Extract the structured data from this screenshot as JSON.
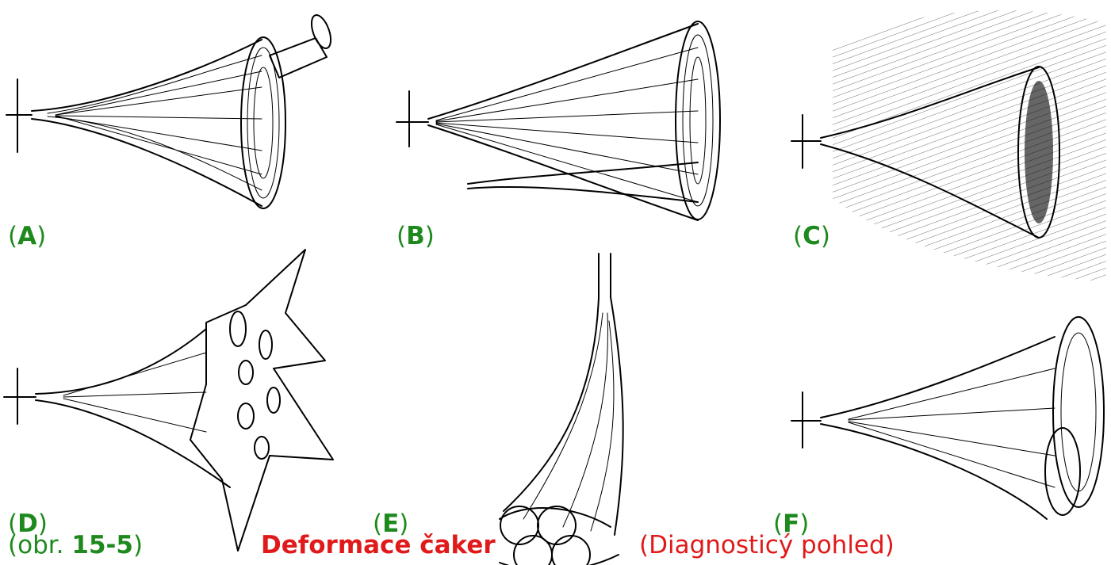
{
  "panels": [
    {
      "letter": "A"
    },
    {
      "letter": "B"
    },
    {
      "letter": "C"
    },
    {
      "letter": "D"
    },
    {
      "letter": "E"
    },
    {
      "letter": "F"
    }
  ],
  "caption": {
    "fig_prefix": "obr. ",
    "fig_number": "15-5",
    "title": "Deformace čaker",
    "subtitle": "(Diagnosticý pohled)"
  },
  "colors": {
    "label_green": "#1e8a1e",
    "title_red": "#e01a1a",
    "ink": "#000000",
    "background": "#ffffff"
  }
}
